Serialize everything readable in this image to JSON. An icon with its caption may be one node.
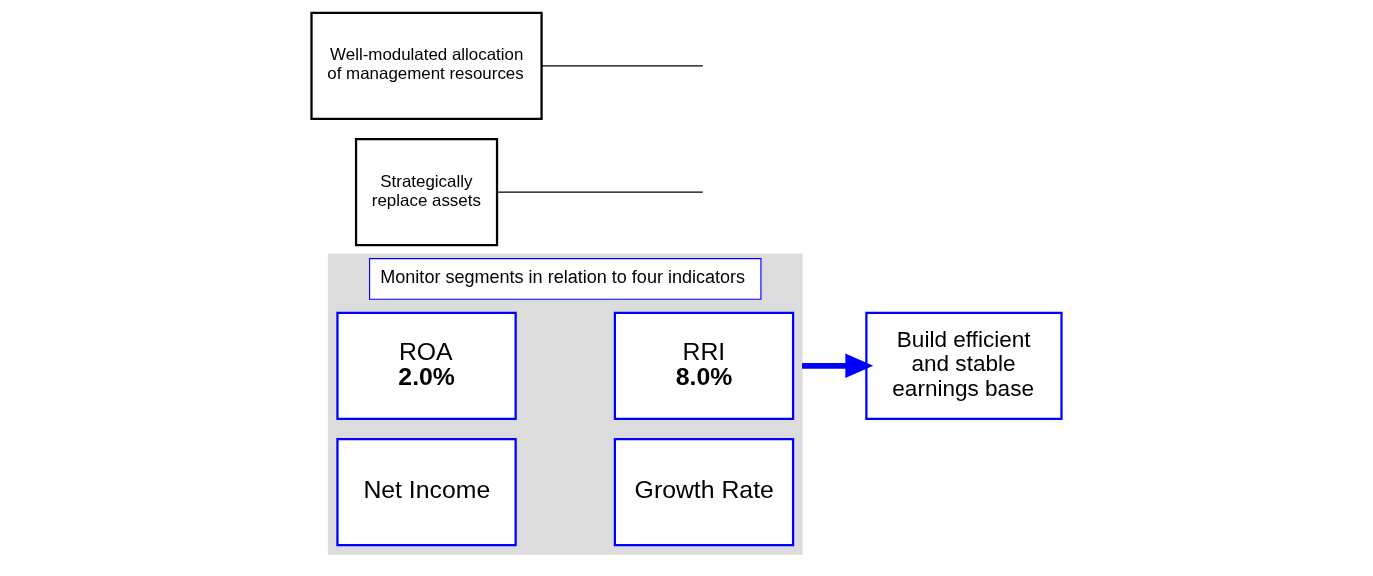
{
  "diagram": {
    "nodes": [
      {
        "text": [
          "Monitor segments in relation to four indicators"
        ]
      },
      {
        "text": [
          "ROA",
          "2.0%"
        ],
        "in": 0
      },
      {
        "text": [
          "RRI",
          "8.0%"
        ],
        "in": 0
      },
      {
        "text": [
          "Net Income"
        ],
        "in": 0
      },
      {
        "text": [
          "Growth Rate"
        ],
        "in": 0
      },
      {
        "text": [
          "Build efficient and stable earnings base"
        ]
      },
      {
        "text": [
          "Strategically replace assets"
        ]
      },
      {
        "text": [
          "Well-modulated allocation of management resources"
        ]
      }
    ],
    "edges": [
      {
        "from": 0,
        "to": 5,
        "arrow": "to",
        "style": "thick",
        "color": "#0000ff"
      },
      {
        "from": 6,
        "to": null,
        "arrow": "none"
      },
      {
        "from": 7,
        "to": null,
        "arrow": "none"
      }
    ]
  }
}
